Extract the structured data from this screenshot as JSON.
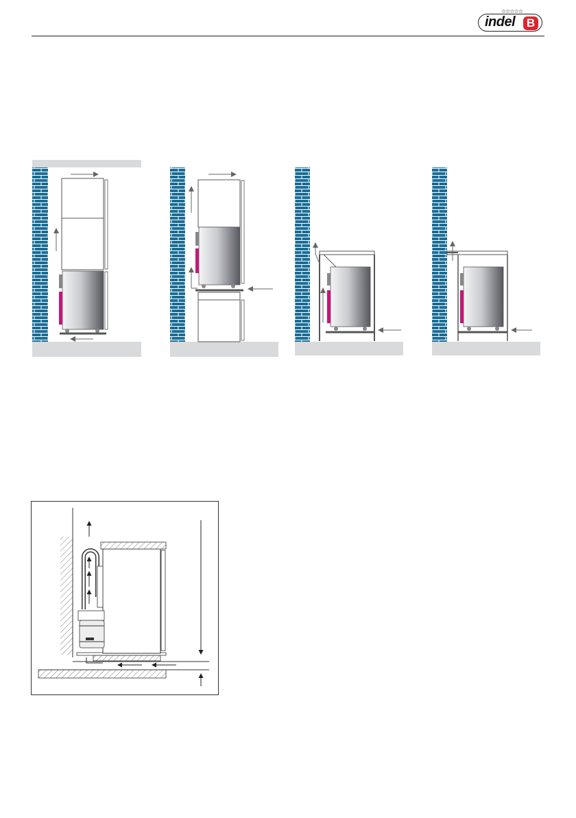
{
  "header": {
    "logo_text": "indel",
    "logo_badge": "B",
    "logo_stars": "☆☆☆☆☆"
  },
  "colors": {
    "brick": "#1a6d95",
    "brick_mortar": "#ffffff",
    "floor": "#d9dadc",
    "magenta": "#c2187a",
    "line": "#555555",
    "arrow": "#666666"
  },
  "figures": [
    {
      "name": "installation-column-stack",
      "icon": "fridge-column-icon"
    },
    {
      "name": "installation-stacked-on-cabinet",
      "icon": "fridge-stacked-icon"
    },
    {
      "name": "installation-undercounter-open-back",
      "icon": "fridge-undercounter-icon"
    },
    {
      "name": "installation-undercounter-closed",
      "icon": "fridge-undercounter-closed-icon"
    },
    {
      "name": "airflow-section-detail",
      "icon": "airflow-section-icon"
    }
  ]
}
